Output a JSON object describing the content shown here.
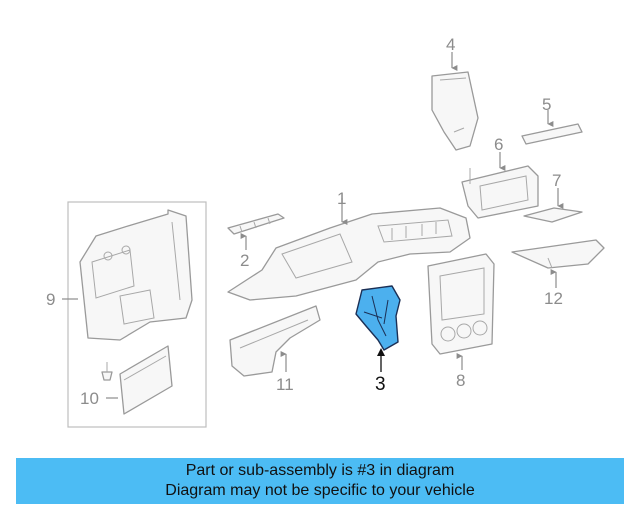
{
  "callouts": {
    "c1": "1",
    "c2": "2",
    "c3": "3",
    "c4": "4",
    "c5": "5",
    "c6": "6",
    "c7": "7",
    "c8": "8",
    "c9": "9",
    "c10": "10",
    "c11": "11",
    "c12": "12"
  },
  "banner": {
    "line1": "Part or sub-assembly is #3 in diagram",
    "line2": "Diagram may not be specific to your vehicle"
  },
  "colors": {
    "banner_bg": "#4cbcf4",
    "highlight_fill": "#4cb0ee",
    "line_gray": "#9a9a9a",
    "text": "#111111"
  }
}
